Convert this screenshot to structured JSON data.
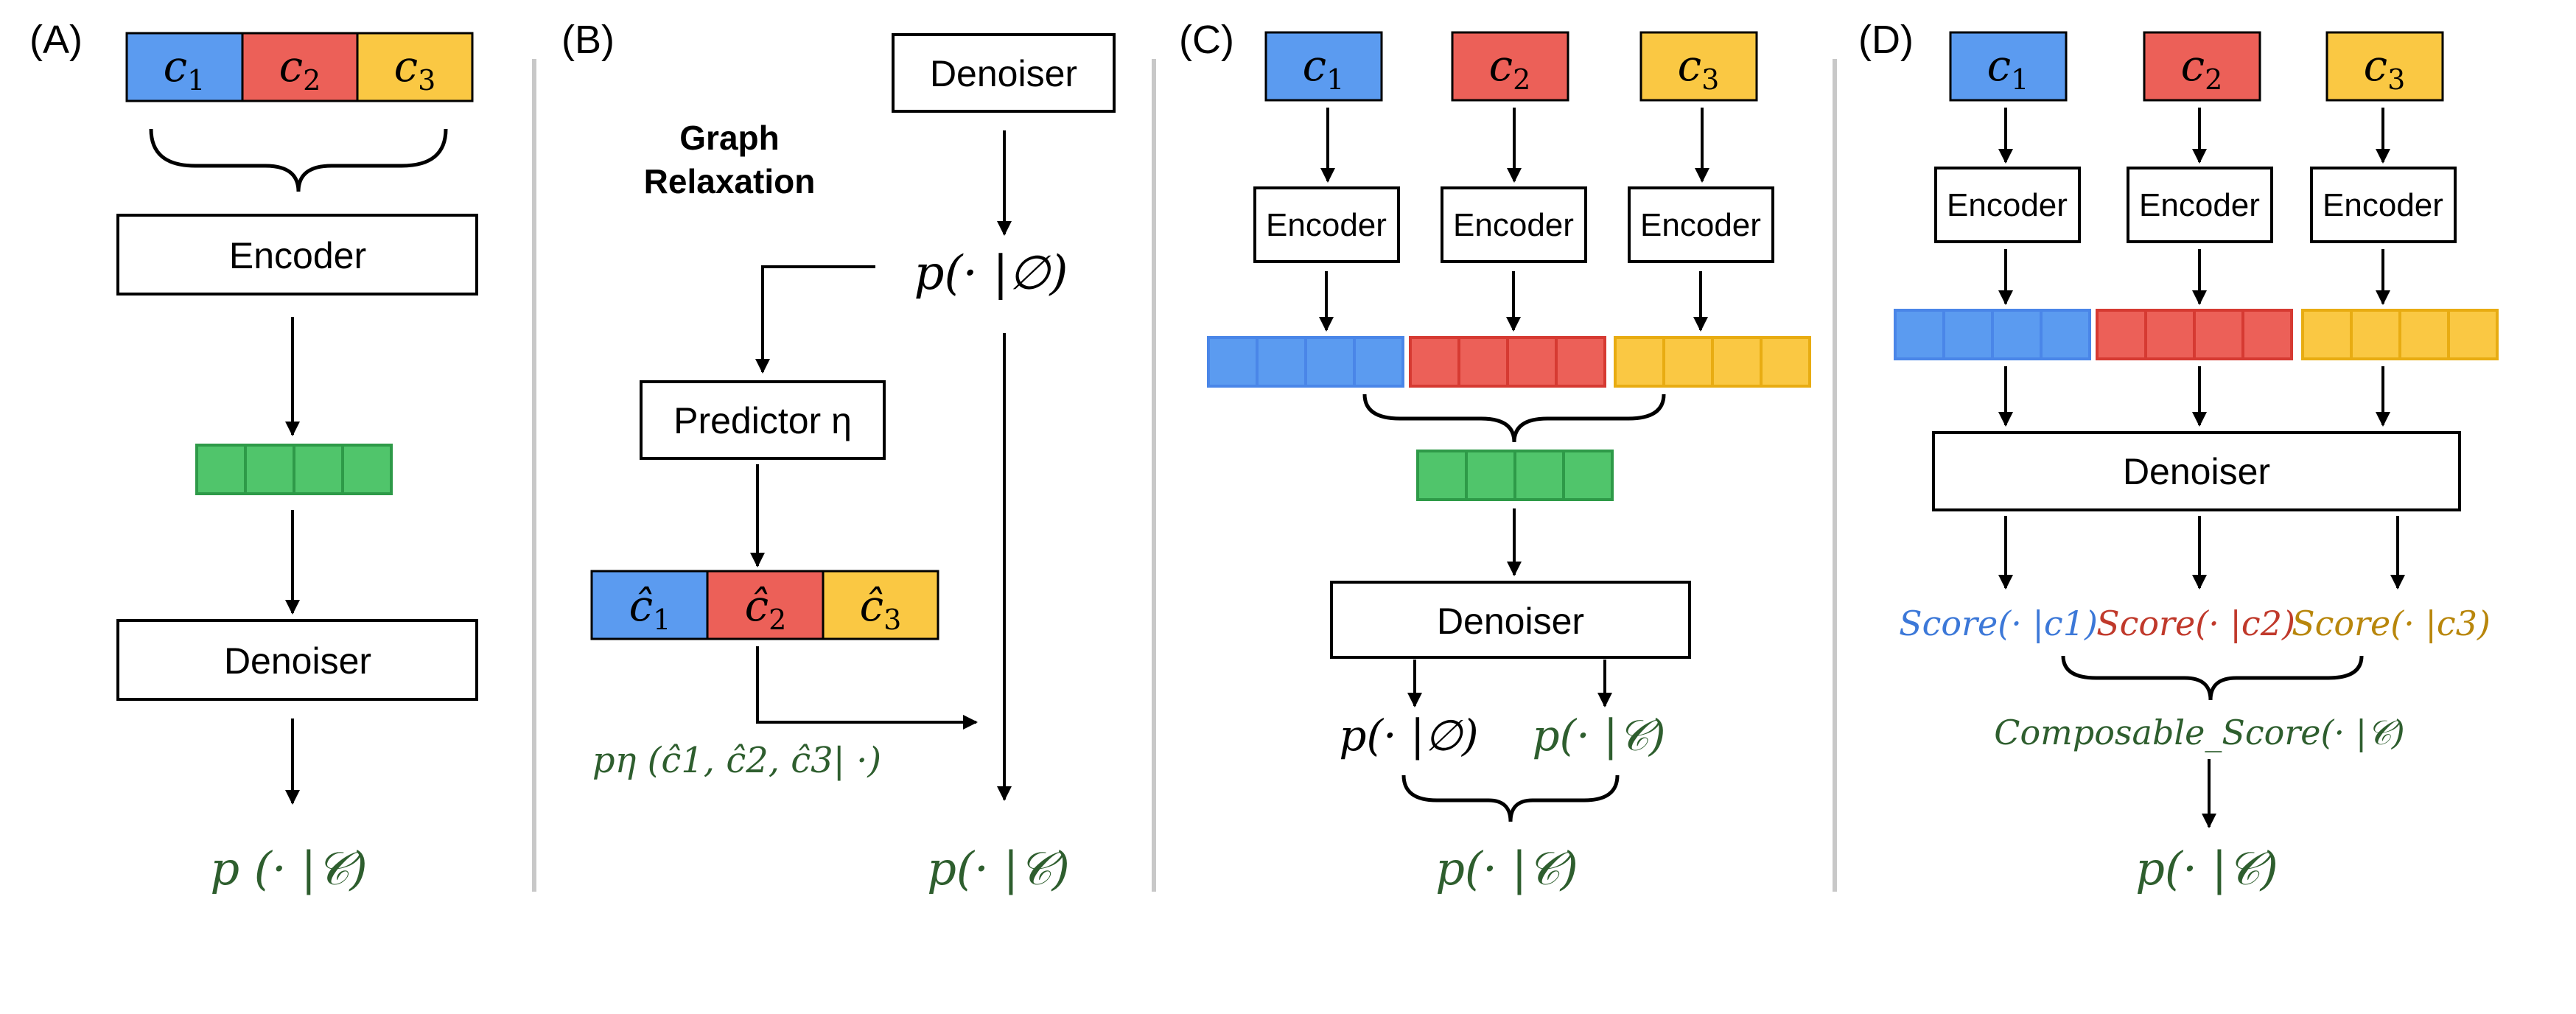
{
  "panels": {
    "a": {
      "label": "(A)",
      "c1_sym": "c",
      "c1_sub": "1",
      "c2_sym": "c",
      "c2_sub": "2",
      "c3_sym": "c",
      "c3_sub": "3",
      "encoder": "Encoder",
      "denoiser": "Denoiser",
      "output": "p (· |𝒞)"
    },
    "b": {
      "label": "(B)",
      "title_line1": "Graph",
      "title_line2": "Relaxation",
      "denoiser": "Denoiser",
      "uncond": "p(· |∅)",
      "predictor": "Predictor η",
      "chat1": "ĉ",
      "chat1_sub": "1",
      "chat2": "ĉ",
      "chat2_sub": "2",
      "chat3": "ĉ",
      "chat3_sub": "3",
      "p_eta": "pη (ĉ1, ĉ2, ĉ3| ·)",
      "output": "p(· |𝒞)"
    },
    "c": {
      "label": "(C)",
      "c1_sym": "c",
      "c1_sub": "1",
      "c2_sym": "c",
      "c2_sub": "2",
      "c3_sym": "c",
      "c3_sub": "3",
      "encoder1": "Encoder",
      "encoder2": "Encoder",
      "encoder3": "Encoder",
      "denoiser": "Denoiser",
      "uncond": "p(· |∅)",
      "cond": "p(· |𝒞)",
      "output": "p(· |𝒞)"
    },
    "d": {
      "label": "(D)",
      "c1_sym": "c",
      "c1_sub": "1",
      "c2_sym": "c",
      "c2_sub": "2",
      "c3_sym": "c",
      "c3_sub": "3",
      "encoder1": "Encoder",
      "encoder2": "Encoder",
      "encoder3": "Encoder",
      "denoiser": "Denoiser",
      "score1": "Score(· |c1)",
      "score2": "Score(· |c2)",
      "score3": "Score(· |c3)",
      "composable": "Composable_Score(· |𝒞)",
      "output": "p(· |𝒞)"
    }
  },
  "colors": {
    "blue": "#5B9BF0",
    "blue_dark": "#4A86E8",
    "red": "#EC6058",
    "red_dark": "#D63A32",
    "yellow": "#FAC843",
    "yellow_dark": "#E8AC12",
    "green": "#50C56B",
    "green_dark": "#2E9A48",
    "green_text": "#2E5E2E",
    "divider": "#C8C8C8",
    "blue_text": "#3C78D8",
    "red_text": "#C0392B",
    "gold_text": "#B8860B"
  }
}
